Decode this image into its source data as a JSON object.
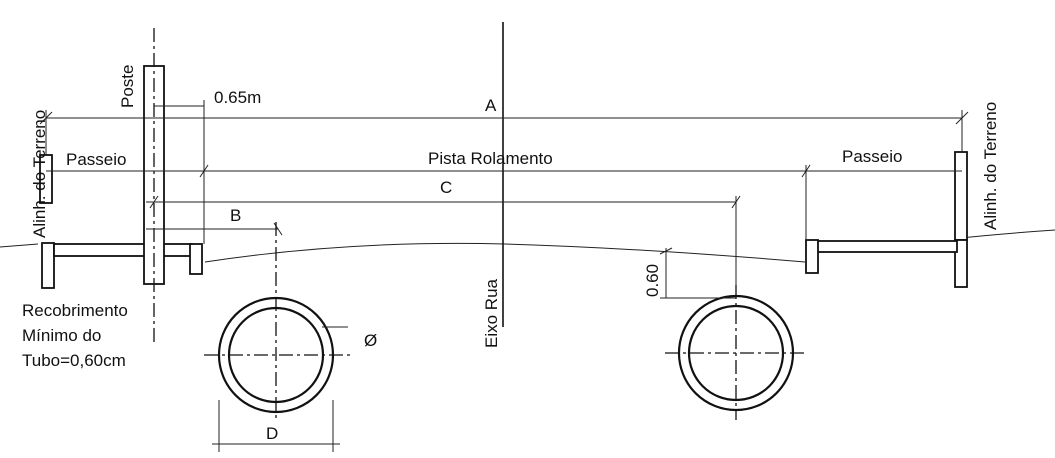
{
  "labels": {
    "terrain_left": "Alinh. do Terreno",
    "terrain_right": "Alinh. do Terreno",
    "pole": "Poste",
    "offset": "0.65m",
    "dim_a": "A",
    "sidewalk_left": "Passeio",
    "roadway": "Pista Rolamento",
    "sidewalk_right": "Passeio",
    "dim_c": "C",
    "dim_b": "B",
    "cover_line1": "Recobrimento",
    "cover_line2": "Mínimo do",
    "cover_line3": "Tubo=0,60cm",
    "diameter_symbol": "Ø",
    "street_axis": "Eixo Rua",
    "depth": "0.60",
    "dim_d": "D"
  }
}
